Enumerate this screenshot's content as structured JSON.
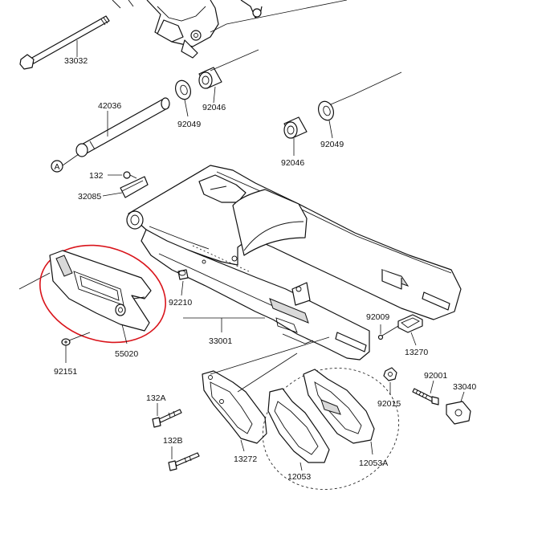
{
  "labels": {
    "p33032": "33032",
    "p92046_top": "92046",
    "p42036": "42036",
    "p92049_left": "92049",
    "p92049_right": "92049",
    "p92046_right": "92046",
    "circle_a": "A",
    "p132": "132",
    "p32085": "32085",
    "p92210": "92210",
    "p33001": "33001",
    "p55020": "55020",
    "p92151": "92151",
    "p92009": "92009",
    "p13270": "13270",
    "p92001": "92001",
    "p33040": "33040",
    "p92015": "92015",
    "p132a": "132A",
    "p132b": "132B",
    "p13272": "13272",
    "p12053": "12053",
    "p12053a": "12053A"
  },
  "colors": {
    "line": "#111111",
    "highlight_circle": "#d9141b",
    "background": "#ffffff"
  }
}
